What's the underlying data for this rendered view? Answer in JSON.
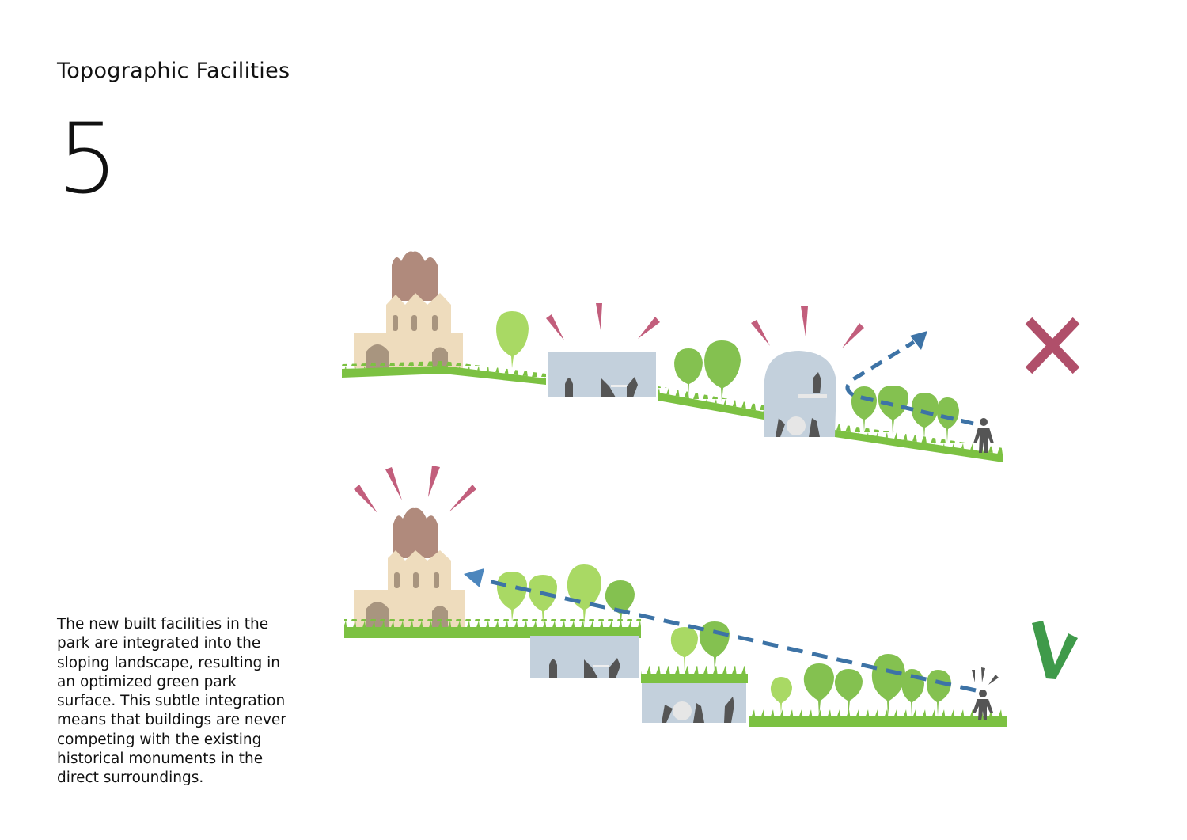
{
  "header": {
    "title": "Topographic Facilities",
    "number": "5"
  },
  "description": "The new built facilities in the park are integrated into the sloping landscape, resulting in an optimized green park surface. This subtle integration means that buildings are never competing with the existing historical monuments in the direct surroundings.",
  "diagrams": [
    {
      "name": "incorrect-scenario",
      "verdict": "x-mark"
    },
    {
      "name": "correct-scenario",
      "verdict": "check-mark"
    }
  ],
  "colors": {
    "grass": "#7cc142",
    "tree_light": "#a9d964",
    "tree_dark": "#84c150",
    "building": "#c3d0dc",
    "castle": "#eedcbd",
    "tower": "#b08a7c",
    "arch": "#a8957f",
    "ray": "#c25e7c",
    "sightline": "#3d73a6",
    "x": "#b04f6a",
    "check": "#3f9a4a",
    "person": "#555555"
  }
}
